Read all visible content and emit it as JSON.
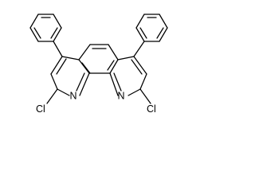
{
  "structure": {
    "atoms": [
      {
        "label": "N"
      },
      {
        "label": "N"
      },
      {
        "label": "Cl"
      },
      {
        "label": "Cl"
      }
    ]
  },
  "colors": {
    "background": "#ffffff",
    "bond": "#000000",
    "label": "#000000"
  }
}
